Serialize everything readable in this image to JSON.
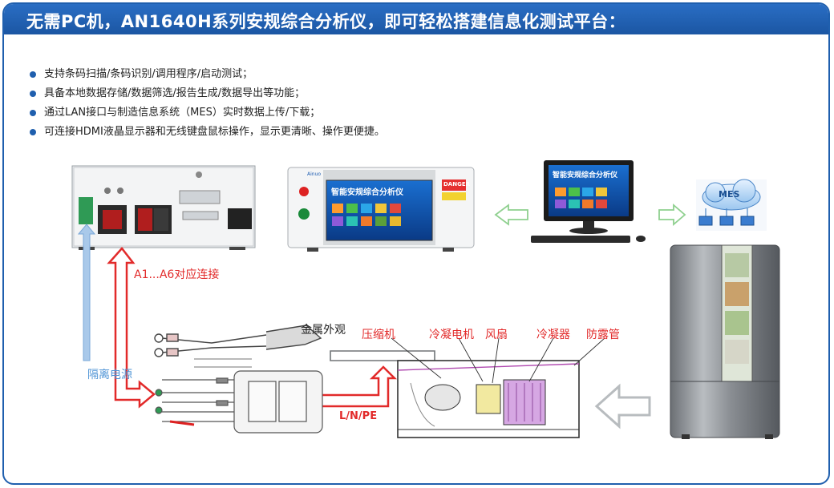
{
  "header": {
    "title": "无需PC机，AN1640H系列安规综合分析仪，即可轻松搭建信息化测试平台："
  },
  "features": [
    "支持条码扫描/条码识别/调用程序/启动测试；",
    "具备本地数据存储/数据筛选/报告生成/数据导出等功能；",
    "通过LAN接口与制造信息系统（MES）实时数据上传/下载；",
    "可连接HDMI液晶显示器和无线键盘鼠标操作，显示更清晰、操作更便捷。"
  ],
  "labels": {
    "a_connection": "A1...A6对应连接",
    "isolated_power": "隔离电源",
    "metal_shell": "金属外观",
    "lnpe": "L/N/PE",
    "compressor": "压缩机",
    "condenser_motor": "冷凝电机",
    "fan": "风扇",
    "condenser": "冷凝器",
    "dew_tube": "防露管"
  },
  "instrument": {
    "brand": "Ainuo",
    "screen_title": "智能安规综合分析仪",
    "danger": "DANGER"
  },
  "monitor": {
    "screen_title": "智能安规综合分析仪"
  },
  "mes": {
    "label": "MES"
  },
  "colors": {
    "accent_blue": "#1f5fae",
    "red": "#e22a2a",
    "light_blue": "#8fb8e0",
    "green_arrow": "#8fd08f"
  }
}
